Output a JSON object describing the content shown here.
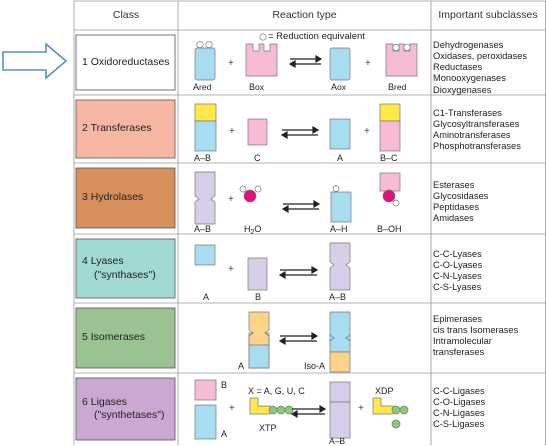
{
  "headers": {
    "class": "Class",
    "reaction": "Reaction type",
    "subclasses": "Important subclasses"
  },
  "legend": "= Reduction equivalent",
  "colors": {
    "blue": "#a8dcf0",
    "pink": "#f7bcd5",
    "purple": "#d7cfe8",
    "yellow": "#ffe94a",
    "orange": "#fbd48a",
    "magenta": "#e0137d",
    "green": "#8cc97a",
    "green_dark": "#3c8a3c",
    "class1": "#ffffff",
    "class2": "#f8b7a3",
    "class3": "#d78f5c",
    "class4": "#a3d9d3",
    "class5": "#9bc291",
    "class6": "#c9a8d1",
    "arrow": "#5b8dc9",
    "border": "#888888"
  },
  "classes": [
    {
      "name_lines": [
        "1 Oxidoreductases"
      ],
      "subclasses": [
        "Dehydrogenases",
        "Oxidases, peroxidases",
        "Reductases",
        "Monooxygenases",
        "Dioxygenases"
      ],
      "labels": {
        "a": "A",
        "a_sub": "red",
        "b": "B",
        "b_sub": "ox",
        "c": "A",
        "c_sub": "ox",
        "d": "B",
        "d_sub": "red"
      }
    },
    {
      "name_lines": [
        "2 Transferases"
      ],
      "subclasses": [
        "C1-Transferases",
        "Glycosyltransferases",
        "Aminotransferases",
        "Phosphotransferases"
      ],
      "labels": {
        "a": "A–B",
        "b": "C",
        "c": "A",
        "d": "B–C"
      }
    },
    {
      "name_lines": [
        "3 Hydrolases"
      ],
      "subclasses": [
        "Esterases",
        "Glycosidases",
        "Peptidases",
        "Amidases"
      ],
      "labels": {
        "a": "A–B",
        "b": "H",
        "b2": "O",
        "c": "A–H",
        "d": "B–OH"
      }
    },
    {
      "name_lines": [
        "4 Lyases",
        "(\"synthases\")"
      ],
      "subclasses": [
        "C-C-Lyases",
        "C-O-Lyases",
        "C-N-Lyases",
        "C-S-Lyases"
      ],
      "labels": {
        "a": "A",
        "b": "B",
        "c": "A–B"
      }
    },
    {
      "name_lines": [
        "5 Isomerases"
      ],
      "subclasses": [
        "Epimerases",
        "cis trans Isomerases",
        "Intramolecular",
        "transferases"
      ],
      "labels": {
        "a": "A",
        "b": "Iso-A"
      }
    },
    {
      "name_lines": [
        "6 Ligases",
        "(\"synthetases\")"
      ],
      "subclasses": [
        "C-C-Ligases",
        "C-O-Ligases",
        "C-N-Ligases",
        "C-S-Ligases"
      ],
      "labels": {
        "a": "A",
        "b": "B",
        "x": "X = A, G, U, C",
        "xtp": "XTP",
        "c": "A–B",
        "xdp": "XDP"
      }
    }
  ]
}
